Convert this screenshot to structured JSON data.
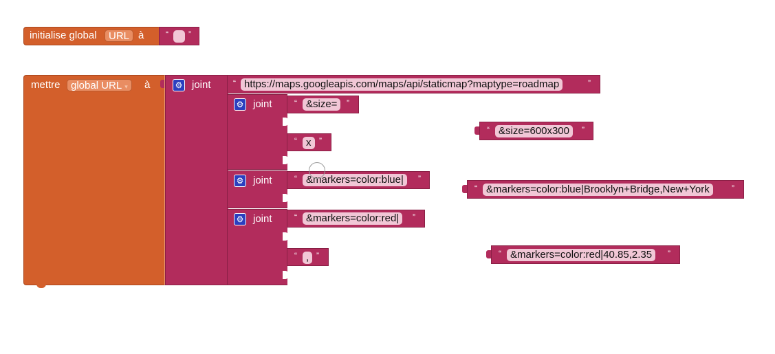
{
  "init_block": {
    "label": "initialise global",
    "var_name": "URL",
    "to": "à",
    "string_value": ""
  },
  "set_block": {
    "label": "mettre",
    "var_name": "global URL",
    "dropdown_glyph": "▾",
    "to": "à"
  },
  "join_label": "joint",
  "gear_glyph": "⚙",
  "quote_open": "“",
  "quote_close": "”",
  "strings": {
    "base_url": "https://maps.googleapis.com/maps/api/staticmap?maptype=roadmap",
    "size_prefix": "&size=",
    "x": "x",
    "markers_blue": "&markers=color:blue|",
    "markers_red": "&markers=color:red|",
    "comma": ","
  },
  "loose_strings": {
    "size_full": "&size=600x300",
    "markers_blue_full": "&markers=color:blue|Brooklyn+Bridge,New+York",
    "markers_red_full": "&markers=color:red|40.85,2.35"
  },
  "colors": {
    "variable_block": "#d35f2b",
    "text_block": "#b22c5c",
    "mutator_gear": "#2b3fbf"
  }
}
